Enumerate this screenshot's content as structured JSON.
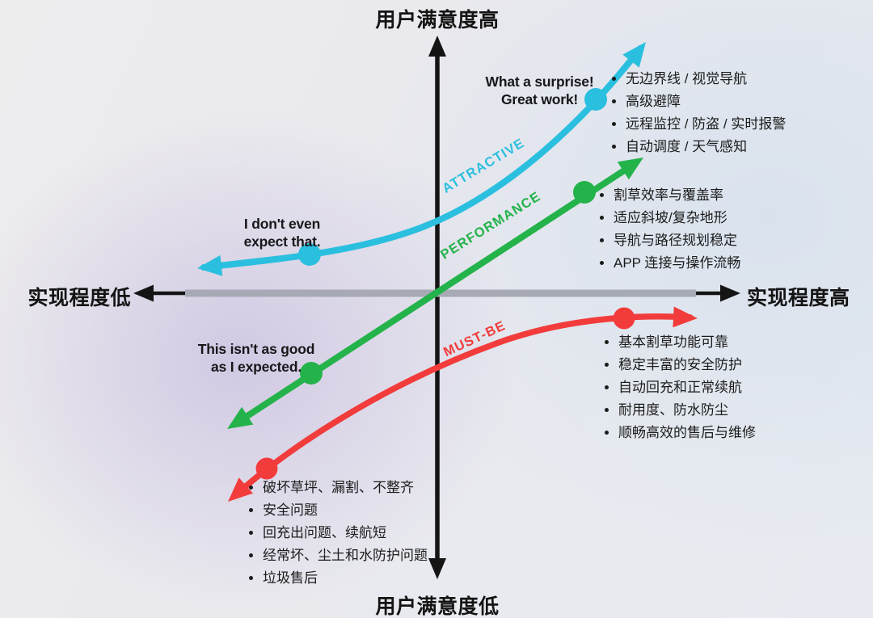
{
  "colors": {
    "axis": "#141414",
    "axis_bar": "#a7a9b5",
    "text": "#1b1b1b"
  },
  "axes": {
    "top": "用户满意度高",
    "bottom": "用户满意度低",
    "left": "实现程度低",
    "right": "实现程度高"
  },
  "curves": [
    {
      "id": "attractive",
      "label": "ATTRACTIVE",
      "color": "#2bbfdf",
      "annotation_high": {
        "line1": "What a surprise!",
        "line2": "Great work!"
      },
      "annotation_low": {
        "line1": "I don't even",
        "line2": "expect that."
      },
      "bullets": [
        "无边界线 / 视觉导航",
        "高级避障",
        "远程监控 / 防盗 / 实时报警",
        "自动调度 / 天气感知"
      ]
    },
    {
      "id": "performance",
      "label": "PERFORMANCE",
      "color": "#24b34b",
      "annotation_low": {
        "line1": "This isn't as good",
        "line2": "as I expected."
      },
      "bullets": [
        "割草效率与覆盖率",
        "适应斜坡/复杂地形",
        "导航与路径规划稳定",
        "APP 连接与操作流畅"
      ]
    },
    {
      "id": "must_be",
      "label": "MUST-BE",
      "color": "#f23c3c",
      "bullets_high": [
        "基本割草功能可靠",
        "稳定丰富的安全防护",
        "自动回充和正常续航",
        "耐用度、防水防尘",
        "顺畅高效的售后与维修"
      ],
      "bullets_low": [
        "破坏草坪、漏割、不整齐",
        "安全问题",
        "回充出问题、续航短",
        "经常坏、尘土和水防护问题",
        "垃圾售后"
      ]
    }
  ]
}
